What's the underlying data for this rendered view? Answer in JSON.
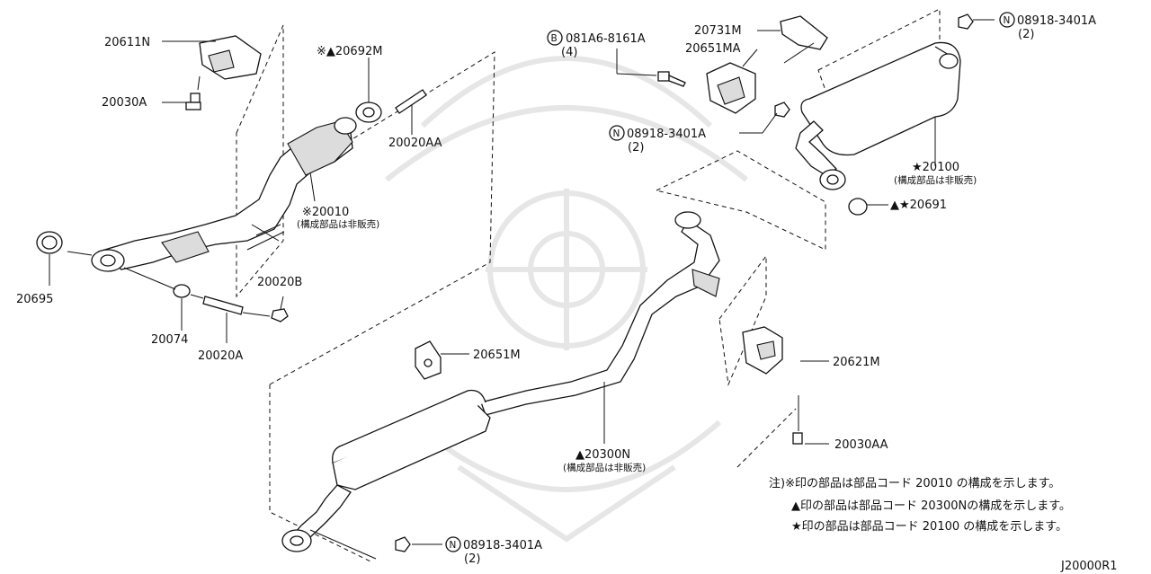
{
  "diagram": {
    "code": "J20000R1",
    "labels": {
      "p20611N": "20611N",
      "p20030A": "20030A",
      "p20692M": "※▲20692M",
      "p20020AA": "20020AA",
      "p20010": "※20010",
      "p20010_note": "(構成部品は非販売)",
      "p20695": "20695",
      "p20074": "20074",
      "p20020B": "20020B",
      "p20020A": "20020A",
      "b081A6": "081A6-8161A",
      "b081A6_qty": "(4)",
      "p20731M": "20731M",
      "p20651MA": "20651MA",
      "n08918_top": "08918-3401A",
      "n08918_top_qty": "(2)",
      "n08918_mid": "08918-3401A",
      "n08918_mid_qty": "(2)",
      "p20100": "★20100",
      "p20100_note": "(構成部品は非販売)",
      "p20691": "▲★20691",
      "p20651M": "20651M",
      "p20621M": "20621M",
      "p20030AA": "20030AA",
      "p20300N": "▲20300N",
      "p20300N_note": "(構成部品は非販売)",
      "n08918_bot": "08918-3401A",
      "n08918_bot_qty": "(2)"
    },
    "notes": [
      "注)※印の部品は部品コード 20010 の構成を示します。",
      "▲印の部品は部品コード 20300Nの構成を示します。",
      "★印の部品は部品コード 20100 の構成を示します。"
    ],
    "circled": {
      "b": "B",
      "n": "N"
    }
  }
}
